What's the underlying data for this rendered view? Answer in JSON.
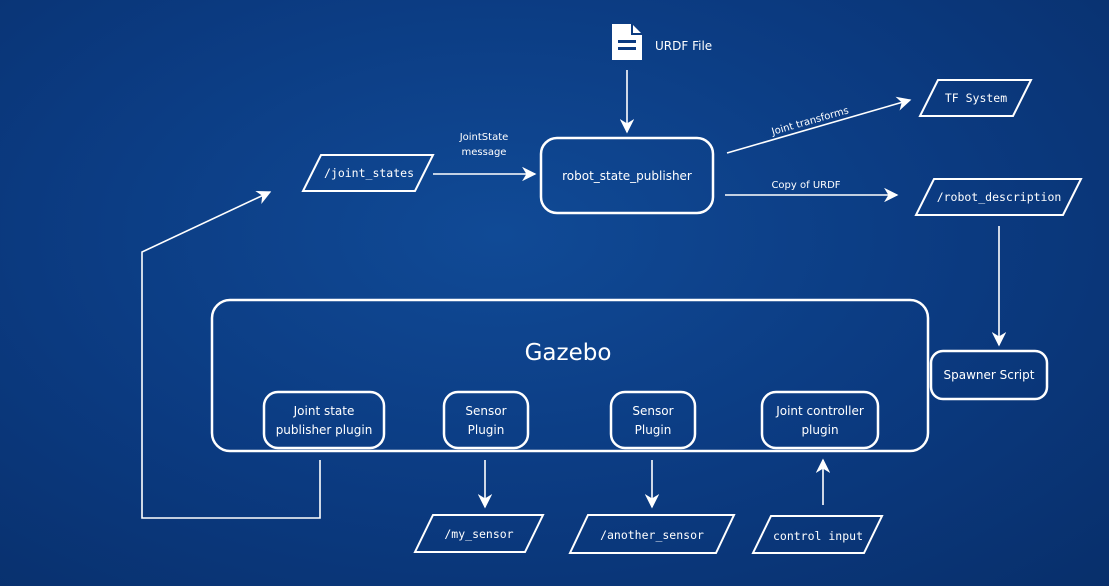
{
  "urdf": {
    "label": "URDF File",
    "icon": "document-icon"
  },
  "topics": {
    "joint_states": "/joint_states",
    "tf": "TF System",
    "robot_description": "/robot_description",
    "my_sensor": "/my_sensor",
    "another_sensor": "/another_sensor",
    "control_input": "control input"
  },
  "nodes": {
    "robot_state_publisher": "robot_state_publisher",
    "spawner": "Spawner Script",
    "gazebo": "Gazebo"
  },
  "plugins": {
    "joint_state_publisher": [
      "Joint state",
      "publisher plugin"
    ],
    "sensor1": [
      "Sensor",
      "Plugin"
    ],
    "sensor2": [
      "Sensor",
      "Plugin"
    ],
    "joint_controller": [
      "Joint controller",
      "plugin"
    ]
  },
  "edge_labels": {
    "jointstate": [
      "JointState",
      "message"
    ],
    "joint_transforms": "Joint transforms",
    "copy_of_urdf": "Copy of URDF"
  },
  "colors": {
    "background": "#0b3a80",
    "foreground": "#ffffff"
  }
}
